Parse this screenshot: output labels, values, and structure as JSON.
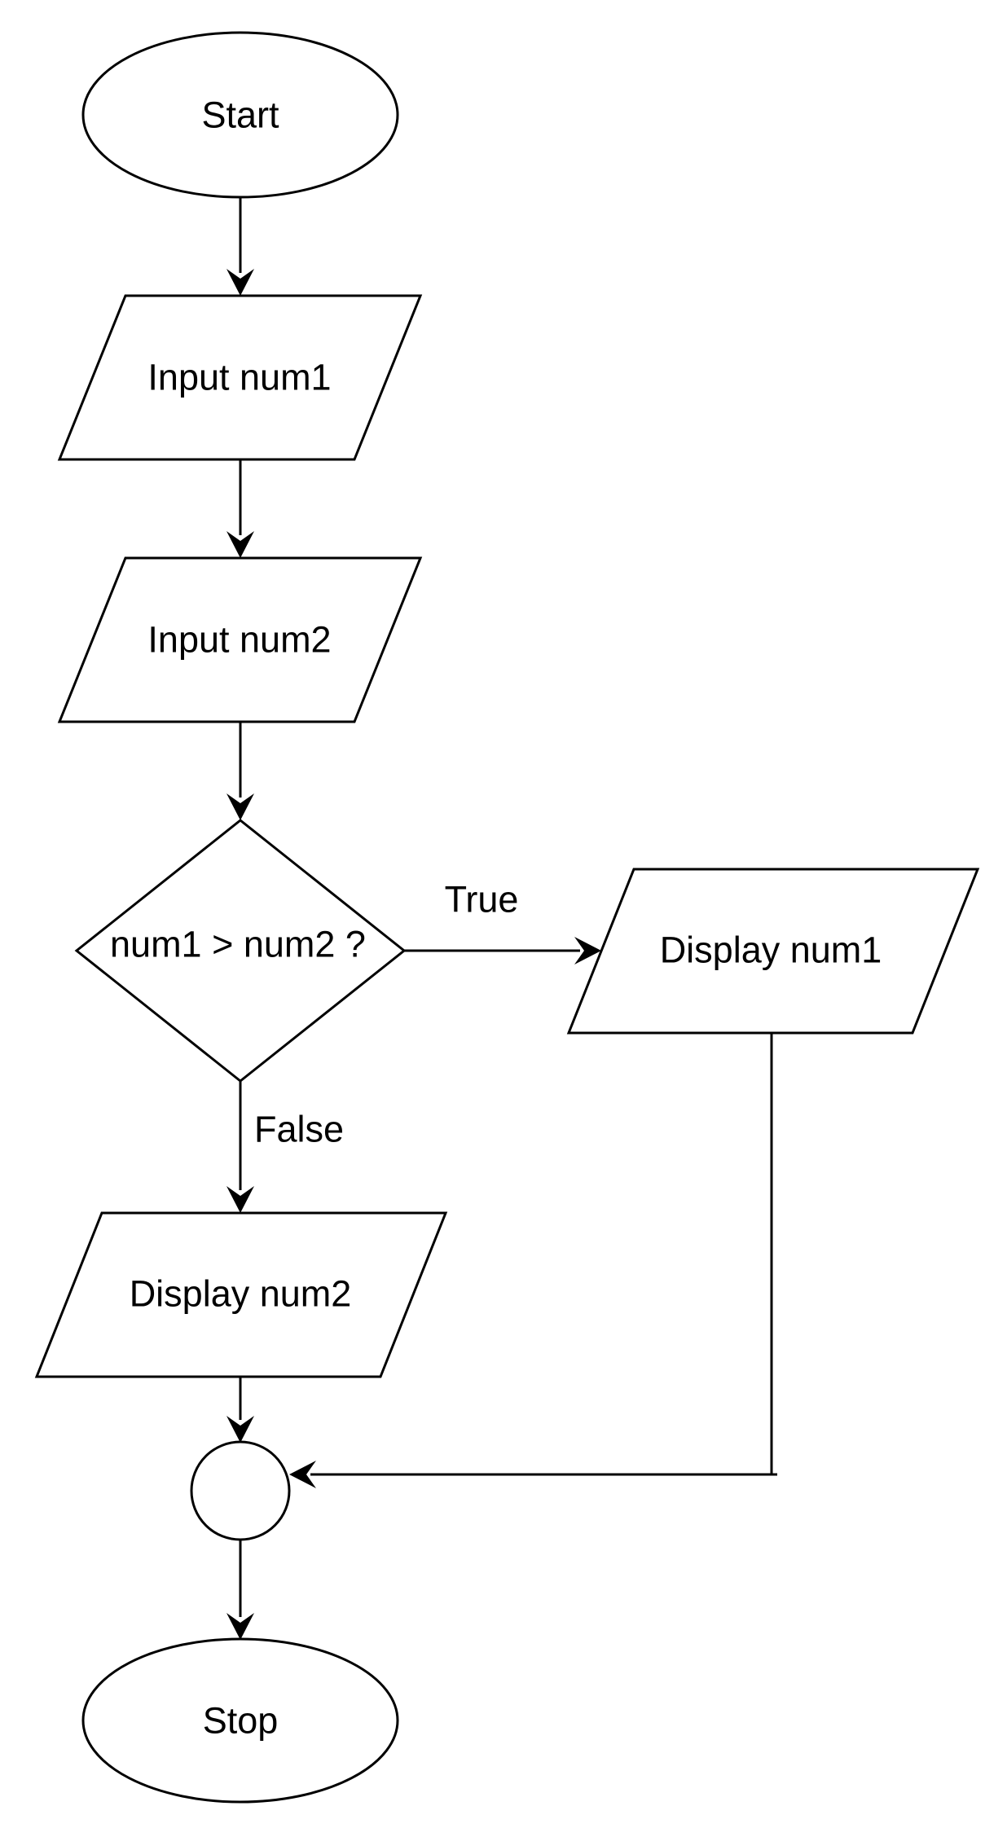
{
  "diagram": {
    "nodes": {
      "start": "Start",
      "input1": "Input num1",
      "input2": "Input num2",
      "decision": "num1 > num2 ?",
      "display1": "Display num1",
      "display2": "Display num2",
      "stop": "Stop"
    },
    "edges": {
      "true_label": "True",
      "false_label": "False"
    },
    "colors": {
      "stroke": "#000000",
      "fill": "#ffffff"
    }
  }
}
